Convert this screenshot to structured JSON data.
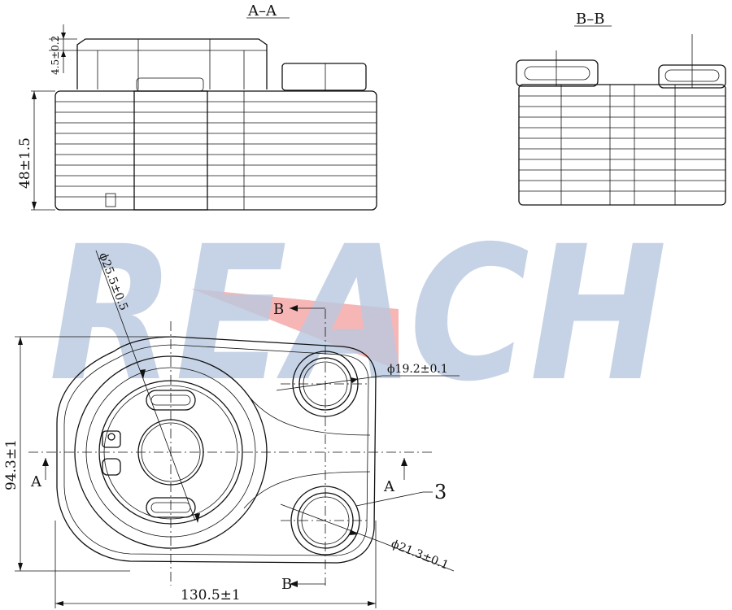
{
  "watermark": {
    "text": "REACH",
    "color": "#b9c9e0",
    "accent_color": "#f4a9a9"
  },
  "sections": {
    "aa": "A–A",
    "bb": "B–B"
  },
  "dimensions": {
    "top_gap": "4.5±0.2",
    "height": "48±1.5",
    "width": "130.5±1",
    "depth": "94.3±1",
    "center_dia": "ϕ25.5±0.5",
    "upper_port_dia": "ϕ19.2±0.1",
    "lower_port_dia": "ϕ21.3±0.1"
  },
  "markers": {
    "section_a_left": "A",
    "section_a_right": "A",
    "section_b_top": "B",
    "section_b_bottom": "B",
    "callout": "3"
  }
}
